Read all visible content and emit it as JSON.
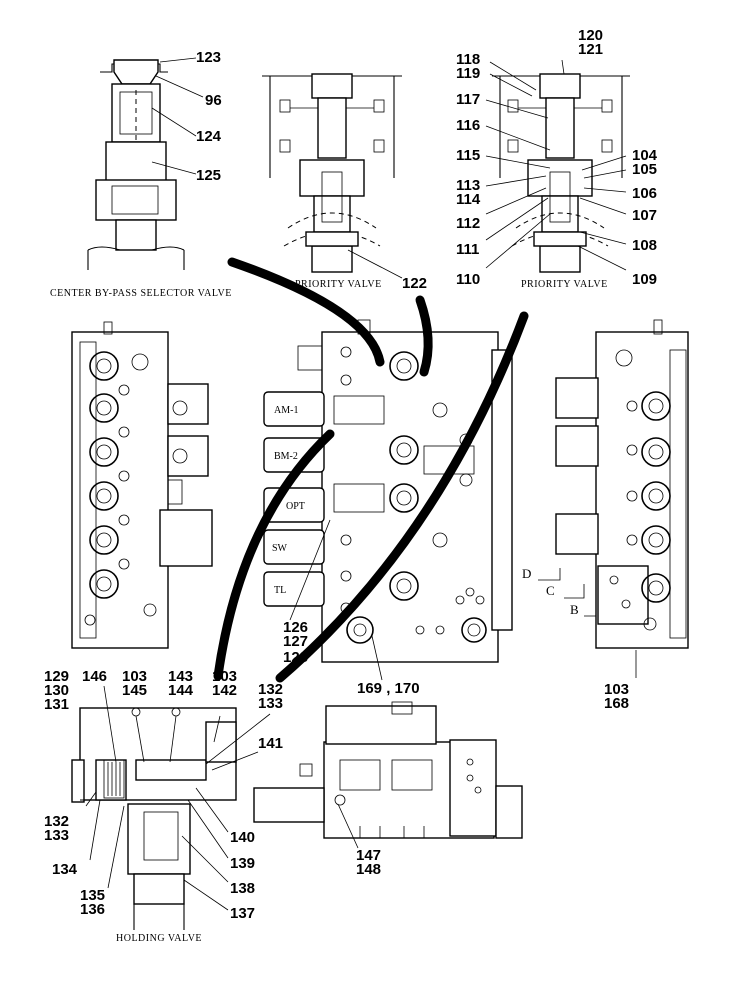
{
  "captions": {
    "center_bypass": "CENTER  BY-PASS  SELECTOR  VALVE",
    "priority_left": "PRIORITY  VALVE",
    "priority_right": "PRIORITY  VALVE",
    "holding": "HOLDING  VALVE"
  },
  "solenoids": [
    "AM-1",
    "BM-2",
    "OPT",
    "SW",
    "TL"
  ],
  "views": [
    "D",
    "C",
    "B"
  ],
  "callouts": {
    "c123": "123",
    "c96": "96",
    "c124": "124",
    "c125": "125",
    "c122": "122",
    "c120": "120",
    "c121": "121",
    "c118": "118",
    "c119": "119",
    "c117": "117",
    "c116": "116",
    "c115": "115",
    "c113": "113",
    "c114": "114",
    "c112": "112",
    "c111": "111",
    "c110": "110",
    "c104": "104",
    "c105": "105",
    "c106": "106",
    "c107": "107",
    "c108": "108",
    "c109": "109",
    "c126": "126",
    "c127": "127",
    "c128": "128",
    "c169": "169 , 170",
    "c103r": "103",
    "c168": "168",
    "c129": "129",
    "c130": "130",
    "c131": "131",
    "c146": "146",
    "c103a": "103",
    "c145": "145",
    "c143": "143",
    "c144": "144",
    "c103b": "103",
    "c142": "142",
    "c132a": "132",
    "c133a": "133",
    "c141": "141",
    "c132b": "132",
    "c133b": "133",
    "c134": "134",
    "c140": "140",
    "c139": "139",
    "c138": "138",
    "c135": "135",
    "c136": "136",
    "c137": "137",
    "c147": "147",
    "c148": "148"
  }
}
